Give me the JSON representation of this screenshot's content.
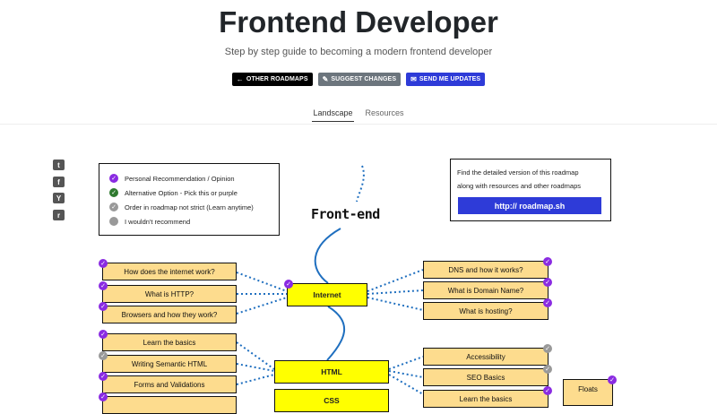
{
  "header": {
    "title": "Frontend Developer",
    "subtitle": "Step by step guide to becoming a modern frontend developer",
    "buttons": [
      "OTHER ROADMAPS",
      "SUGGEST CHANGES",
      "SEND ME UPDATES"
    ]
  },
  "tabs": [
    "Landscape",
    "Resources"
  ],
  "share": [
    "twitter-icon",
    "facebook-icon",
    "hackernews-icon",
    "reddit-icon"
  ],
  "legend": [
    {
      "label": "Personal Recommendation / Opinion",
      "color": "#8a2be2"
    },
    {
      "label": "Alternative Option - Pick this or purple",
      "color": "#2f7a2f"
    },
    {
      "label": "Order in roadmap not strict (Learn anytime)",
      "color": "#999999"
    },
    {
      "label": "I wouldn't recommend",
      "color": "#999999"
    }
  ],
  "info": {
    "line1": "Find the detailed version of this roadmap",
    "line2": "along with resources and other roadmaps",
    "link": "http:// roadmap.sh"
  },
  "roadmap": {
    "heading": "Front-end",
    "internet": "Internet",
    "html": "HTML",
    "css": "CSS",
    "left_internet": [
      "How does the internet work?",
      "What is HTTP?",
      "Browsers and how they work?"
    ],
    "right_internet": [
      "DNS and how it works?",
      "What is Domain Name?",
      "What is hosting?"
    ],
    "left_html": [
      "Learn the basics",
      "Writing Semantic HTML",
      "Forms and Validations"
    ],
    "right_html": [
      "Accessibility",
      "SEO Basics",
      "Learn the basics"
    ],
    "floats": "Floats"
  }
}
